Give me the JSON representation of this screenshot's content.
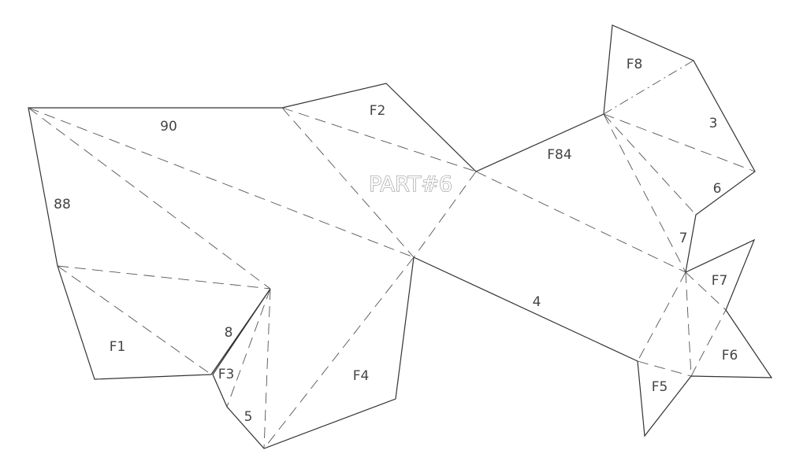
{
  "title": "PART#6",
  "labels": {
    "edge_90": "90",
    "edge_88": "88",
    "edge_8": "8",
    "edge_5": "5",
    "edge_4": "4",
    "edge_3": "3",
    "edge_6": "6",
    "edge_7": "7",
    "flap_f1": "F1",
    "flap_f2": "F2",
    "flap_f3": "F3",
    "flap_f4": "F4",
    "flap_f5": "F5",
    "flap_f6": "F6",
    "flap_f7": "F7",
    "flap_f8": "F8",
    "flap_f84": "F84"
  }
}
